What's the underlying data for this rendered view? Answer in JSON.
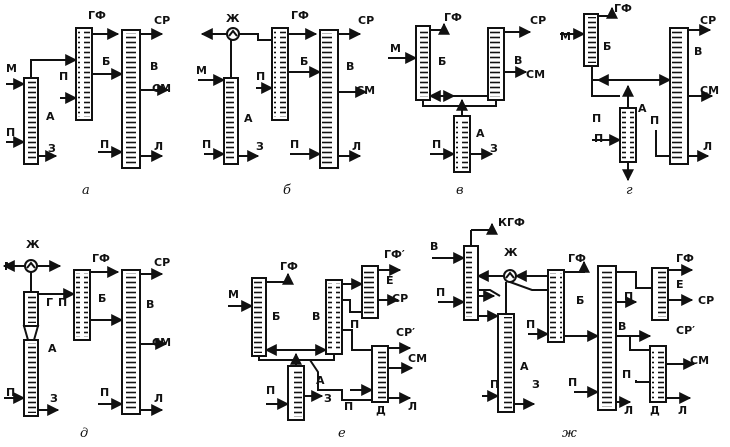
{
  "labels": {
    "gf": "ГФ",
    "sr": "СР",
    "sm": "СМ",
    "m": "М",
    "p": "П",
    "z": "З",
    "l": "Л",
    "a": "А",
    "b": "Б",
    "v": "В",
    "g": "Г",
    "d": "Д",
    "e": "Е",
    "zh": "Ж",
    "gf2": "ГФ′",
    "sr2": "СР′",
    "kgf": "КГФ"
  },
  "captions": {
    "a": "а",
    "b": "б",
    "v": "в",
    "g": "г",
    "d": "д",
    "e": "е",
    "zh": "ж"
  },
  "colors": {
    "ink": "#111111",
    "background": "#ffffff"
  }
}
